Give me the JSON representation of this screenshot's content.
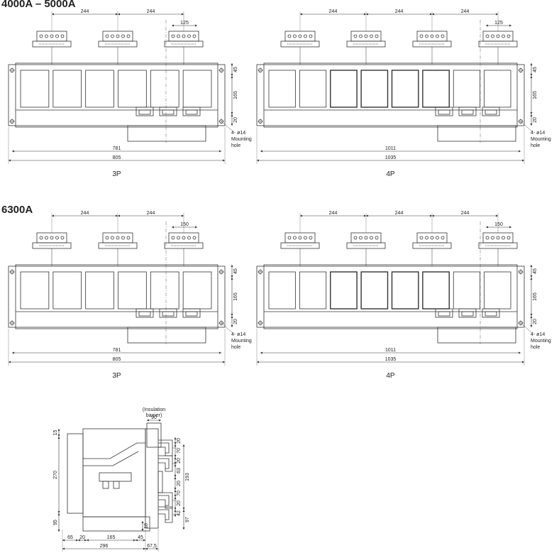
{
  "sections": [
    {
      "title": "4000A – 5000A",
      "views": [
        {
          "label": "3P",
          "spacing_a": "244",
          "spacing_b": "244",
          "spacing_c": "125",
          "mount_width": "781",
          "total_width": "805",
          "h_top": "45",
          "h_mid": "165",
          "h_bot": "20"
        },
        {
          "label": "4P",
          "spacing_a": "244",
          "spacing_b": "244",
          "spacing_c": "244",
          "spacing_d": "125",
          "mount_width": "1011",
          "total_width": "1035",
          "h_top": "45",
          "h_mid": "165",
          "h_bot": "20",
          "hole_note": "4- ø14",
          "hole_line1": "Mounting",
          "hole_line2": "hole"
        }
      ],
      "hole_note_3p": "4- ø14",
      "hole_3p_line1": "Mounting",
      "hole_3p_line2": "hole"
    },
    {
      "title": "6300A",
      "views": [
        {
          "label": "3P",
          "spacing_a": "244",
          "spacing_b": "244",
          "spacing_c": "150",
          "mount_width": "781",
          "total_width": "805",
          "h_top": "45",
          "h_mid": "165",
          "h_bot": "20",
          "hole_note": "4- ø14",
          "hole_line1": "Mounting",
          "hole_line2": "hole"
        },
        {
          "label": "4P",
          "spacing_a": "244",
          "spacing_b": "244",
          "spacing_c": "244",
          "spacing_d": "150",
          "mount_width": "1011",
          "total_width": "1035",
          "h_top": "45",
          "h_mid": "165",
          "h_bot": "20",
          "hole_note": "4- ø14",
          "hole_line1": "Mounting",
          "hole_line2": "hole"
        }
      ]
    }
  ],
  "side_view": {
    "barrier_width": "90",
    "barrier_line1": "(Insulation",
    "barrier_line2": "barrier)",
    "left_dims": [
      "15",
      "270",
      "95"
    ],
    "right_dims": [
      "20",
      "70",
      "20",
      "63",
      "20",
      "70",
      "20",
      "42"
    ],
    "right_outer": [
      "193",
      "97"
    ],
    "inner_dim": "18",
    "bottom_dims": [
      "65",
      "20",
      "165",
      "45"
    ],
    "overall_width": "296",
    "offset": "67,5"
  }
}
